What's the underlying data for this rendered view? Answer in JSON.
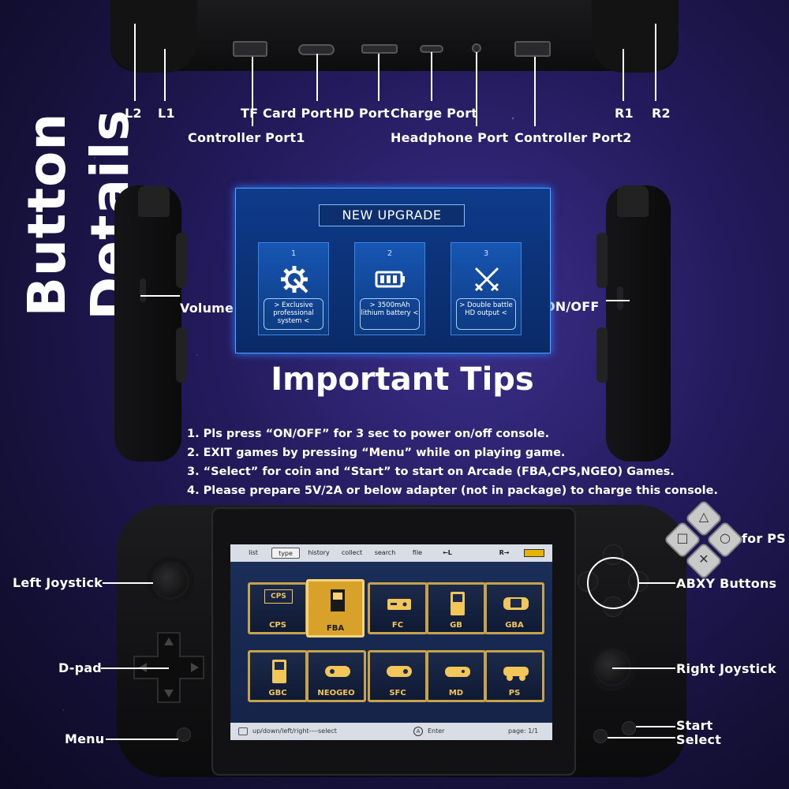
{
  "title": "Button Details",
  "top_labels": {
    "l2": "L2",
    "l1": "L1",
    "tf_card": "TF Card Port",
    "hd": "HD Port",
    "charge": "Charge Port",
    "r1": "R1",
    "r2": "R2",
    "controller1": "Controller Port1",
    "headphone": "Headphone Port",
    "controller2": "Controller Port2"
  },
  "side_labels": {
    "volume": "Volume",
    "onoff": "ON/OFF"
  },
  "upgrade": {
    "title": "NEW UPGRADE",
    "cards": [
      {
        "num": "1",
        "text": "> Exclusive professional system <",
        "icon": "gear-wrench-icon"
      },
      {
        "num": "2",
        "text": "> 3500mAh lithium battery <",
        "icon": "battery-icon"
      },
      {
        "num": "3",
        "text": "> Double battle HD output <",
        "icon": "crossed-swords-icon"
      }
    ]
  },
  "tips": {
    "title": "Important Tips",
    "items": [
      "1. Pls press “ON/OFF” for 3 sec to power on/off console.",
      "2. EXIT games by pressing “Menu” while on playing game.",
      "3. “Select” for coin and “Start” to start on Arcade (FBA,CPS,NGEO) Games.",
      "4. Please prepare 5V/2A or below adapter (not in package) to charge this console."
    ]
  },
  "screen": {
    "tabs": [
      "list",
      "type",
      "history",
      "collect",
      "search",
      "file"
    ],
    "active_tab": "type",
    "nav_left": "←L",
    "nav_right": "R→",
    "games": [
      "CPS",
      "FBA",
      "FC",
      "GB",
      "GBA",
      "GBC",
      "NEOGEO",
      "SFC",
      "MD",
      "PS"
    ],
    "selected_game": "FBA",
    "footer_left": "up/down/left/right----select",
    "footer_mid": "Enter",
    "footer_mid_key": "A",
    "footer_right": "page: 1/1",
    "cps_badge": "CPS"
  },
  "console_labels": {
    "left_joystick": "Left Joystick",
    "dpad": "D-pad",
    "menu": "Menu",
    "for_ps": "for PS",
    "abxy": "ABXY Buttons",
    "right_joystick": "Right Joystick",
    "start": "Start",
    "select": "Select"
  },
  "ps_symbols": [
    "△",
    "○",
    "✕",
    "□"
  ]
}
